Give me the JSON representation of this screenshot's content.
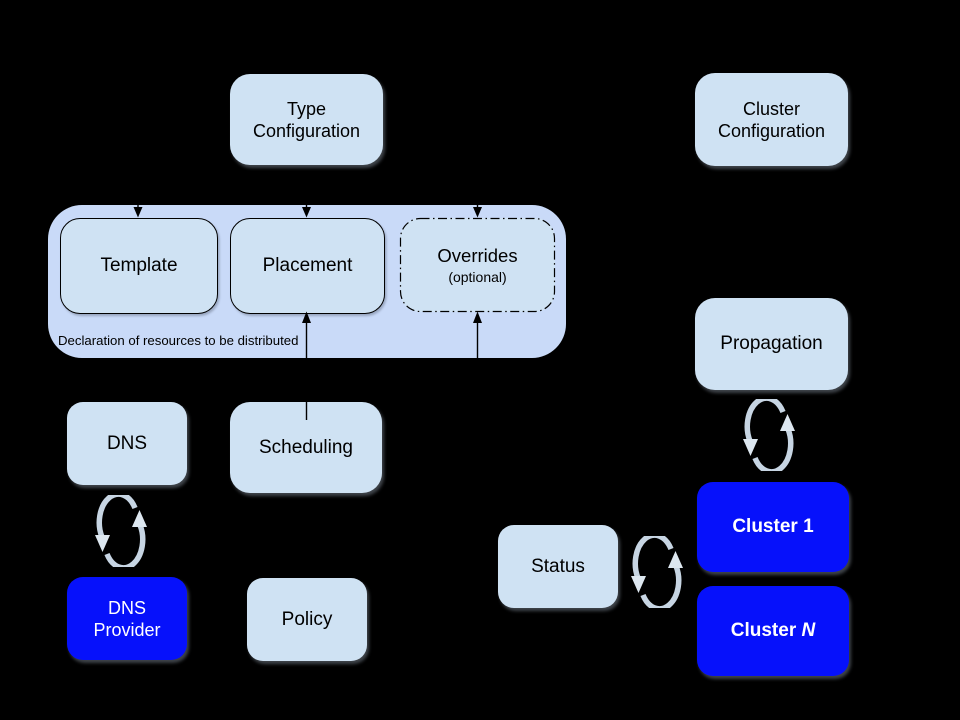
{
  "colors": {
    "background": "#000000",
    "container_fill": "#c9daf8",
    "node_fill": "#cfe2f3",
    "node_border": "#000000",
    "blue_fill": "#0611fb",
    "text_dark": "#000000",
    "text_light": "#ffffff",
    "sync_arc": "#c7d5e3",
    "sync_arrowhead": "#dde7f0",
    "connector": "#000000"
  },
  "container": {
    "caption": "Declaration of resources to be distributed"
  },
  "nodes": {
    "type_config": {
      "label": "Type\nConfiguration"
    },
    "cluster_config": {
      "label": "Cluster\nConfiguration"
    },
    "template": {
      "label": "Template"
    },
    "placement": {
      "label": "Placement"
    },
    "overrides": {
      "label": "Overrides",
      "sublabel": "(optional)"
    },
    "dns": {
      "label": "DNS"
    },
    "scheduling": {
      "label": "Scheduling"
    },
    "dns_provider": {
      "label": "DNS\nProvider"
    },
    "policy": {
      "label": "Policy"
    },
    "propagation": {
      "label": "Propagation"
    },
    "status": {
      "label": "Status"
    },
    "cluster_1": {
      "prefix": "Cluster ",
      "suffix": "1"
    },
    "cluster_n": {
      "prefix": "Cluster ",
      "suffix": "N"
    }
  },
  "icons": {
    "sync": "circular-sync-arrows"
  }
}
